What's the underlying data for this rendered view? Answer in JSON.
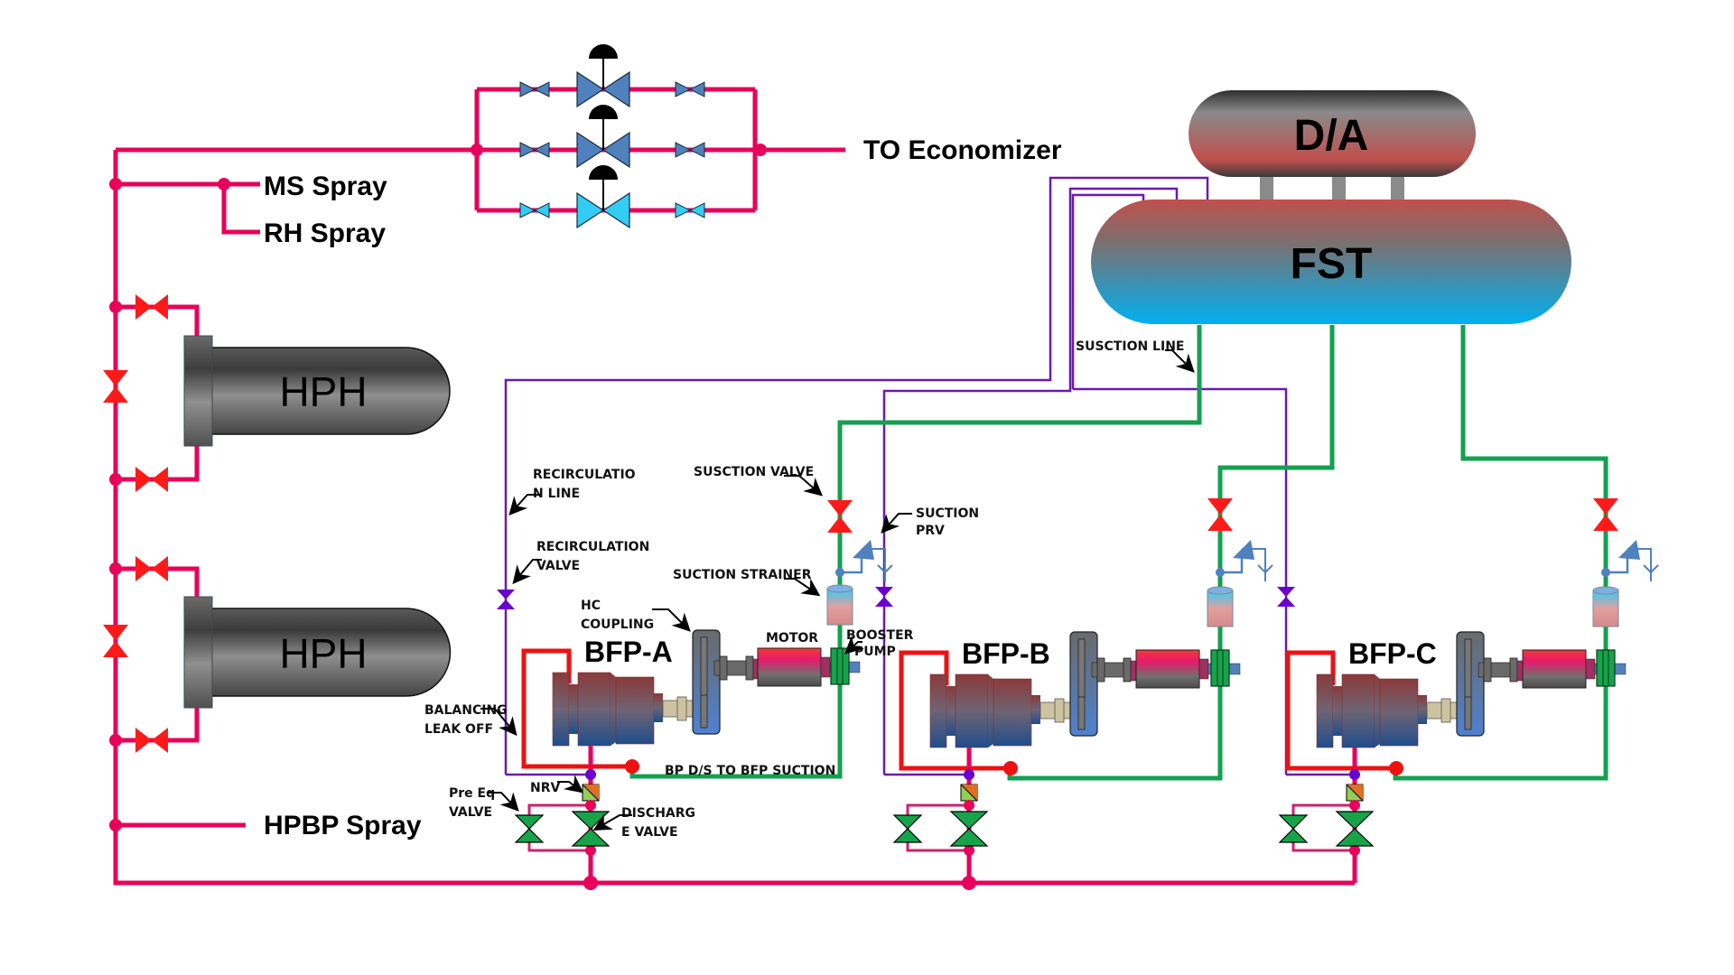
{
  "diagram": {
    "type": "process-flow",
    "title": "Boiler Feed Pump System",
    "colors": {
      "feedwater_discharge": "#e8005a",
      "suction": "#14a050",
      "recirculation": "#6a1ab0",
      "balancing_leak_off": "#ee1111",
      "isolation_valve": "#ff1a1a",
      "control_valve": "#4f81bd",
      "control_valve_alt": "#33ccf5",
      "discharge_valve": "#17a34a"
    },
    "vessels": {
      "deaerator": "D/A",
      "feed_storage_tank": "FST",
      "hph_top": "HPH",
      "hph_bottom": "HPH"
    },
    "destinations": {
      "to_economizer": "TO Economizer",
      "ms_spray": "MS Spray",
      "rh_spray": "RH Spray",
      "hpbp_spray": "HPBP Spray"
    },
    "pumps": [
      {
        "name": "BFP-A"
      },
      {
        "name": "BFP-B"
      },
      {
        "name": "BFP-C"
      }
    ],
    "annotations": {
      "suction_line": "SUSCTION LINE",
      "recirculation_line_1": "RECIRCULATIO",
      "recirculation_line_2": "N LINE",
      "recirculation_valve_1": "RECIRCULATION",
      "recirculation_valve_2": "VALVE",
      "suction_valve": "SUSCTION VALVE",
      "suction_prv_1": "SUCTION",
      "suction_prv_2": "PRV",
      "suction_strainer": "SUCTION STRAINER",
      "hc_coupling_1": "HC",
      "hc_coupling_2": "COUPLING",
      "motor": "MOTOR",
      "booster_pump_1": "BOOSTER",
      "booster_pump_2": "PUMP",
      "balancing_leak_off_1": "BALANCING",
      "balancing_leak_off_2": "LEAK OFF",
      "bp_ds_to_bfp_suction": "BP D/S TO BFP SUCTION",
      "nrv": "NRV",
      "pre_eq_valve_1": "Pre Eq",
      "pre_eq_valve_2": "VALVE",
      "discharge_valve_1": "DISCHARG",
      "discharge_valve_2": "E VALVE"
    }
  }
}
